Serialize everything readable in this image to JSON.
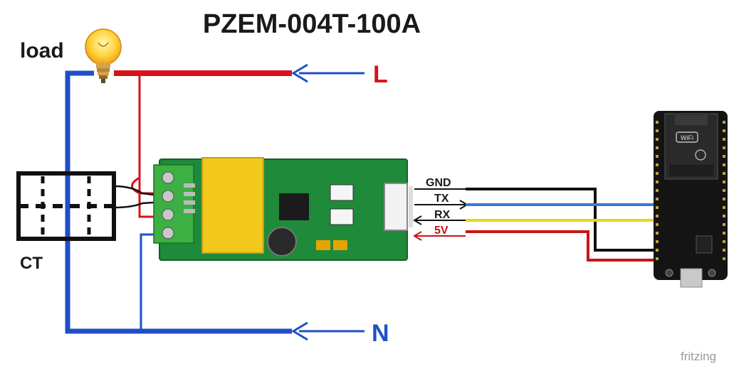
{
  "title": "PZEM-004T-100A",
  "labels": {
    "load": "load",
    "ct": "CT",
    "live": "L",
    "neutral": "N"
  },
  "pins": {
    "gnd": "GND",
    "tx": "TX",
    "rx": "RX",
    "v5": "5V"
  },
  "board": {
    "wifi_badge": "WiFi"
  },
  "watermark": "fritzing",
  "colors": {
    "live_wire": "#d7121b",
    "neutral_wire": "#1f4fc8",
    "gnd_wire": "#111111",
    "tx_wire": "#3a7bd5",
    "rx_wire": "#f2d21a",
    "v5_wire": "#c81414",
    "pcb_green": "#1e8a3a",
    "terminal_green": "#3cb043",
    "transformer_yellow": "#f3c81c",
    "esp32_body": "#141414"
  }
}
